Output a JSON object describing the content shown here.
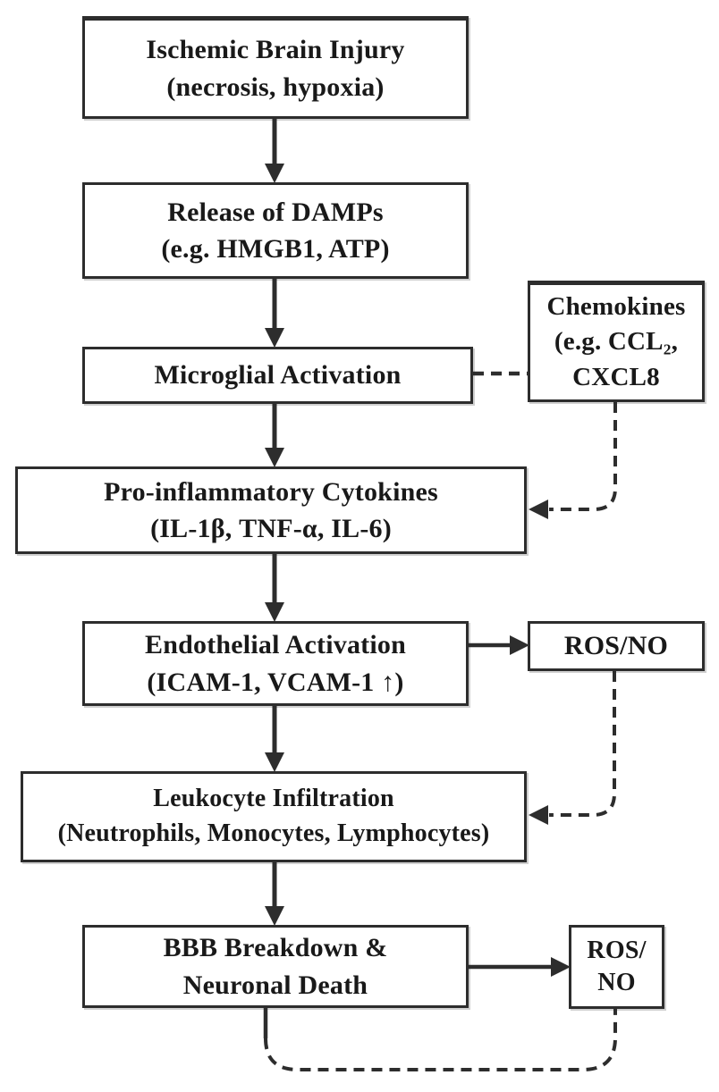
{
  "diagram": {
    "type": "flowchart",
    "topic": "Ischemic brain injury neuroinflammatory cascade"
  },
  "boxes": {
    "ischemic_brain_injury": {
      "lines": [
        "Ischemic Brain Injury",
        "(necrosis, hypoxia)"
      ]
    },
    "release_of_damps": {
      "lines": [
        "Release of DAMPs",
        "(e.g. HMGB1, ATP)"
      ]
    },
    "microglial_activation": {
      "lines": [
        "Microglial Activation"
      ]
    },
    "chemokines": {
      "lines": [
        "Chemokines",
        "(e.g. CCL₂,",
        "CXCL8"
      ]
    },
    "proinflammatory_cytokines": {
      "lines": [
        "Pro-inflammatory Cytokines",
        "(IL-1β, TNF-α, IL-6)"
      ]
    },
    "endothelial_activation": {
      "lines": [
        "Endothelial Activation",
        "(ICAM-1, VCAM-1 ↑)"
      ]
    },
    "ros_no_upper": {
      "lines": [
        "ROS/NO"
      ]
    },
    "leukocyte_infiltration": {
      "lines": [
        "Leukocyte Infiltration",
        "(Neutrophils, Monocytes, Lymphocytes)"
      ]
    },
    "bbb_breakdown": {
      "lines": [
        "BBB Breakdown &",
        "Neuronal Death"
      ]
    },
    "ros_no_lower": {
      "lines": [
        "ROS/",
        "NO"
      ]
    }
  },
  "edges": [
    {
      "from": "ischemic_brain_injury",
      "to": "release_of_damps",
      "style": "solid",
      "arrow": true
    },
    {
      "from": "release_of_damps",
      "to": "microglial_activation",
      "style": "solid",
      "arrow": true
    },
    {
      "from": "microglial_activation",
      "to": "chemokines",
      "style": "dashed",
      "arrow": false
    },
    {
      "from": "microglial_activation",
      "to": "proinflammatory_cytokines",
      "style": "solid",
      "arrow": true
    },
    {
      "from": "chemokines",
      "to": "proinflammatory_cytokines",
      "style": "dashed",
      "arrow": true
    },
    {
      "from": "proinflammatory_cytokines",
      "to": "endothelial_activation",
      "style": "solid",
      "arrow": true
    },
    {
      "from": "endothelial_activation",
      "to": "ros_no_upper",
      "style": "solid",
      "arrow": true
    },
    {
      "from": "ros_no_upper",
      "to": "leukocyte_infiltration",
      "style": "dashed",
      "arrow": true
    },
    {
      "from": "endothelial_activation",
      "to": "leukocyte_infiltration",
      "style": "solid",
      "arrow": true
    },
    {
      "from": "leukocyte_infiltration",
      "to": "bbb_breakdown",
      "style": "solid",
      "arrow": true
    },
    {
      "from": "bbb_breakdown",
      "to": "ros_no_lower",
      "style": "solid",
      "arrow": true
    },
    {
      "from": "bbb_breakdown",
      "to": "ros_no_lower",
      "style": "dashed-loop",
      "arrow": false
    }
  ],
  "colors": {
    "line": "#2d2d2d",
    "text": "#191919",
    "box_border": "#2d2d2d",
    "background": "#ffffff"
  }
}
